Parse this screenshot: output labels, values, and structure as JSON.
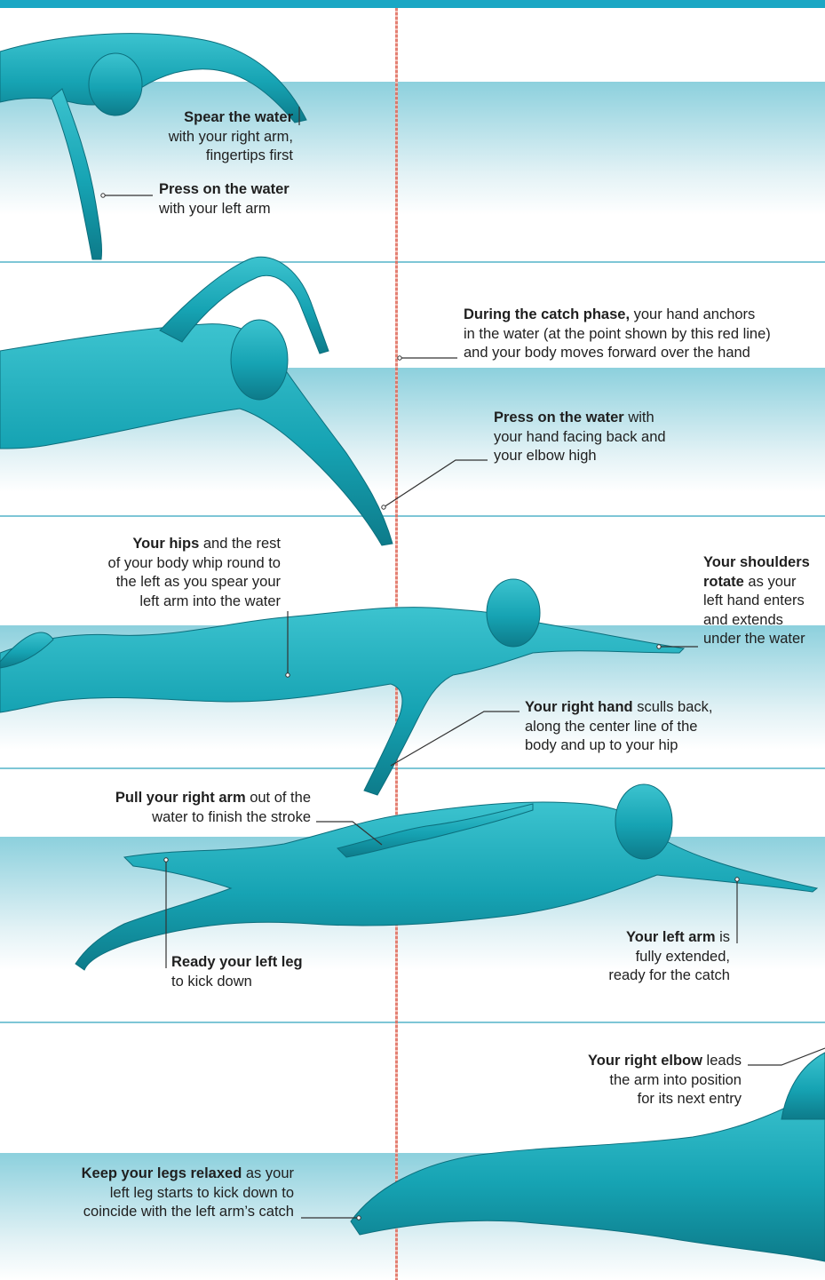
{
  "colors": {
    "accent": "#1aa7c4",
    "swimmer": "#19a9b8",
    "swimmer_dark": "#0e7f8e",
    "water": "#8fd0dd",
    "red_line": "#e06a5a",
    "leader": "#333333"
  },
  "panels": [
    {
      "labels": [
        {
          "bold": "Spear the water",
          "lines": [
            "with your right arm,",
            "fingertips first"
          ]
        },
        {
          "bold": "Press on the water",
          "lines": [
            "with your left arm"
          ]
        }
      ]
    },
    {
      "labels": [
        {
          "bold": "During the catch phase,",
          "rest": " your hand anchors",
          "lines": [
            "in the water (at the point shown by this red line)",
            "and your body moves forward over the hand"
          ]
        },
        {
          "bold": "Press on the water",
          "rest": " with",
          "lines": [
            "your hand facing back and",
            "your elbow high"
          ]
        }
      ]
    },
    {
      "labels": [
        {
          "bold": "Your hips",
          "rest": " and the rest",
          "lines": [
            "of your body whip round to",
            "the left as you spear your",
            "left arm into the water"
          ]
        },
        {
          "bold": "Your shoulders",
          "lines": [
            "rotate as your",
            "left hand enters",
            "and extends",
            "under the water"
          ]
        },
        {
          "bold": "Your right hand",
          "rest": " sculls back,",
          "lines": [
            "along the center line of the",
            "body and up to your hip"
          ]
        }
      ]
    },
    {
      "labels": [
        {
          "bold": "Pull your right arm",
          "rest": " out of the",
          "lines": [
            "water to finish the stroke"
          ]
        },
        {
          "bold": "Ready your left leg",
          "lines": [
            "to kick down"
          ]
        },
        {
          "bold": "Your left arm",
          "rest": " is",
          "lines": [
            "fully extended,",
            "ready for the catch"
          ]
        }
      ]
    },
    {
      "labels": [
        {
          "bold": "Your right elbow",
          "rest": " leads",
          "lines": [
            "the arm into position",
            "for its next entry"
          ]
        },
        {
          "bold": "Keep your legs relaxed",
          "rest": " as your",
          "lines": [
            "left leg starts to kick down to",
            "coincide with the left arm’s catch"
          ]
        }
      ]
    }
  ]
}
